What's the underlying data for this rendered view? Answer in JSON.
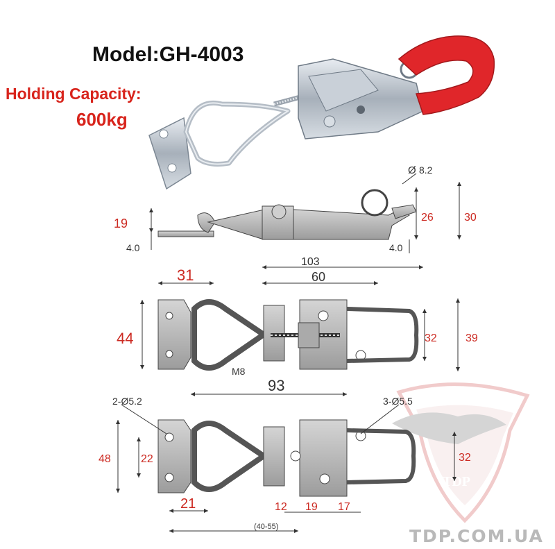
{
  "title": "Model:GH-4003",
  "capacity_label": "Holding Capacity:",
  "capacity_value": "600kg",
  "watermark_site": "TDP.COM.UA",
  "watermark_logo": "TDP",
  "side_view": {
    "d1": "19",
    "d2": "4.0",
    "d3": "26",
    "d4": "30",
    "d5": "4.0",
    "d6": "8.2",
    "d6_prefix": "Ø"
  },
  "top_view": {
    "d1": "31",
    "d2": "103",
    "d3": "60",
    "d4": "44",
    "d5": "32",
    "d6": "39",
    "d7": "M8",
    "d8": "93"
  },
  "bottom_view": {
    "d1": "2-Ø5.2",
    "d2": "3-Ø5.5",
    "d3": "48",
    "d4": "22",
    "d5": "32",
    "d6": "21",
    "d7": "12",
    "d8": "19",
    "d9": "17",
    "d10": "(40-55)"
  },
  "colors": {
    "dimension_red": "#cc2a22",
    "handle_red": "#e0262a",
    "metal": "#9aa3ad"
  }
}
